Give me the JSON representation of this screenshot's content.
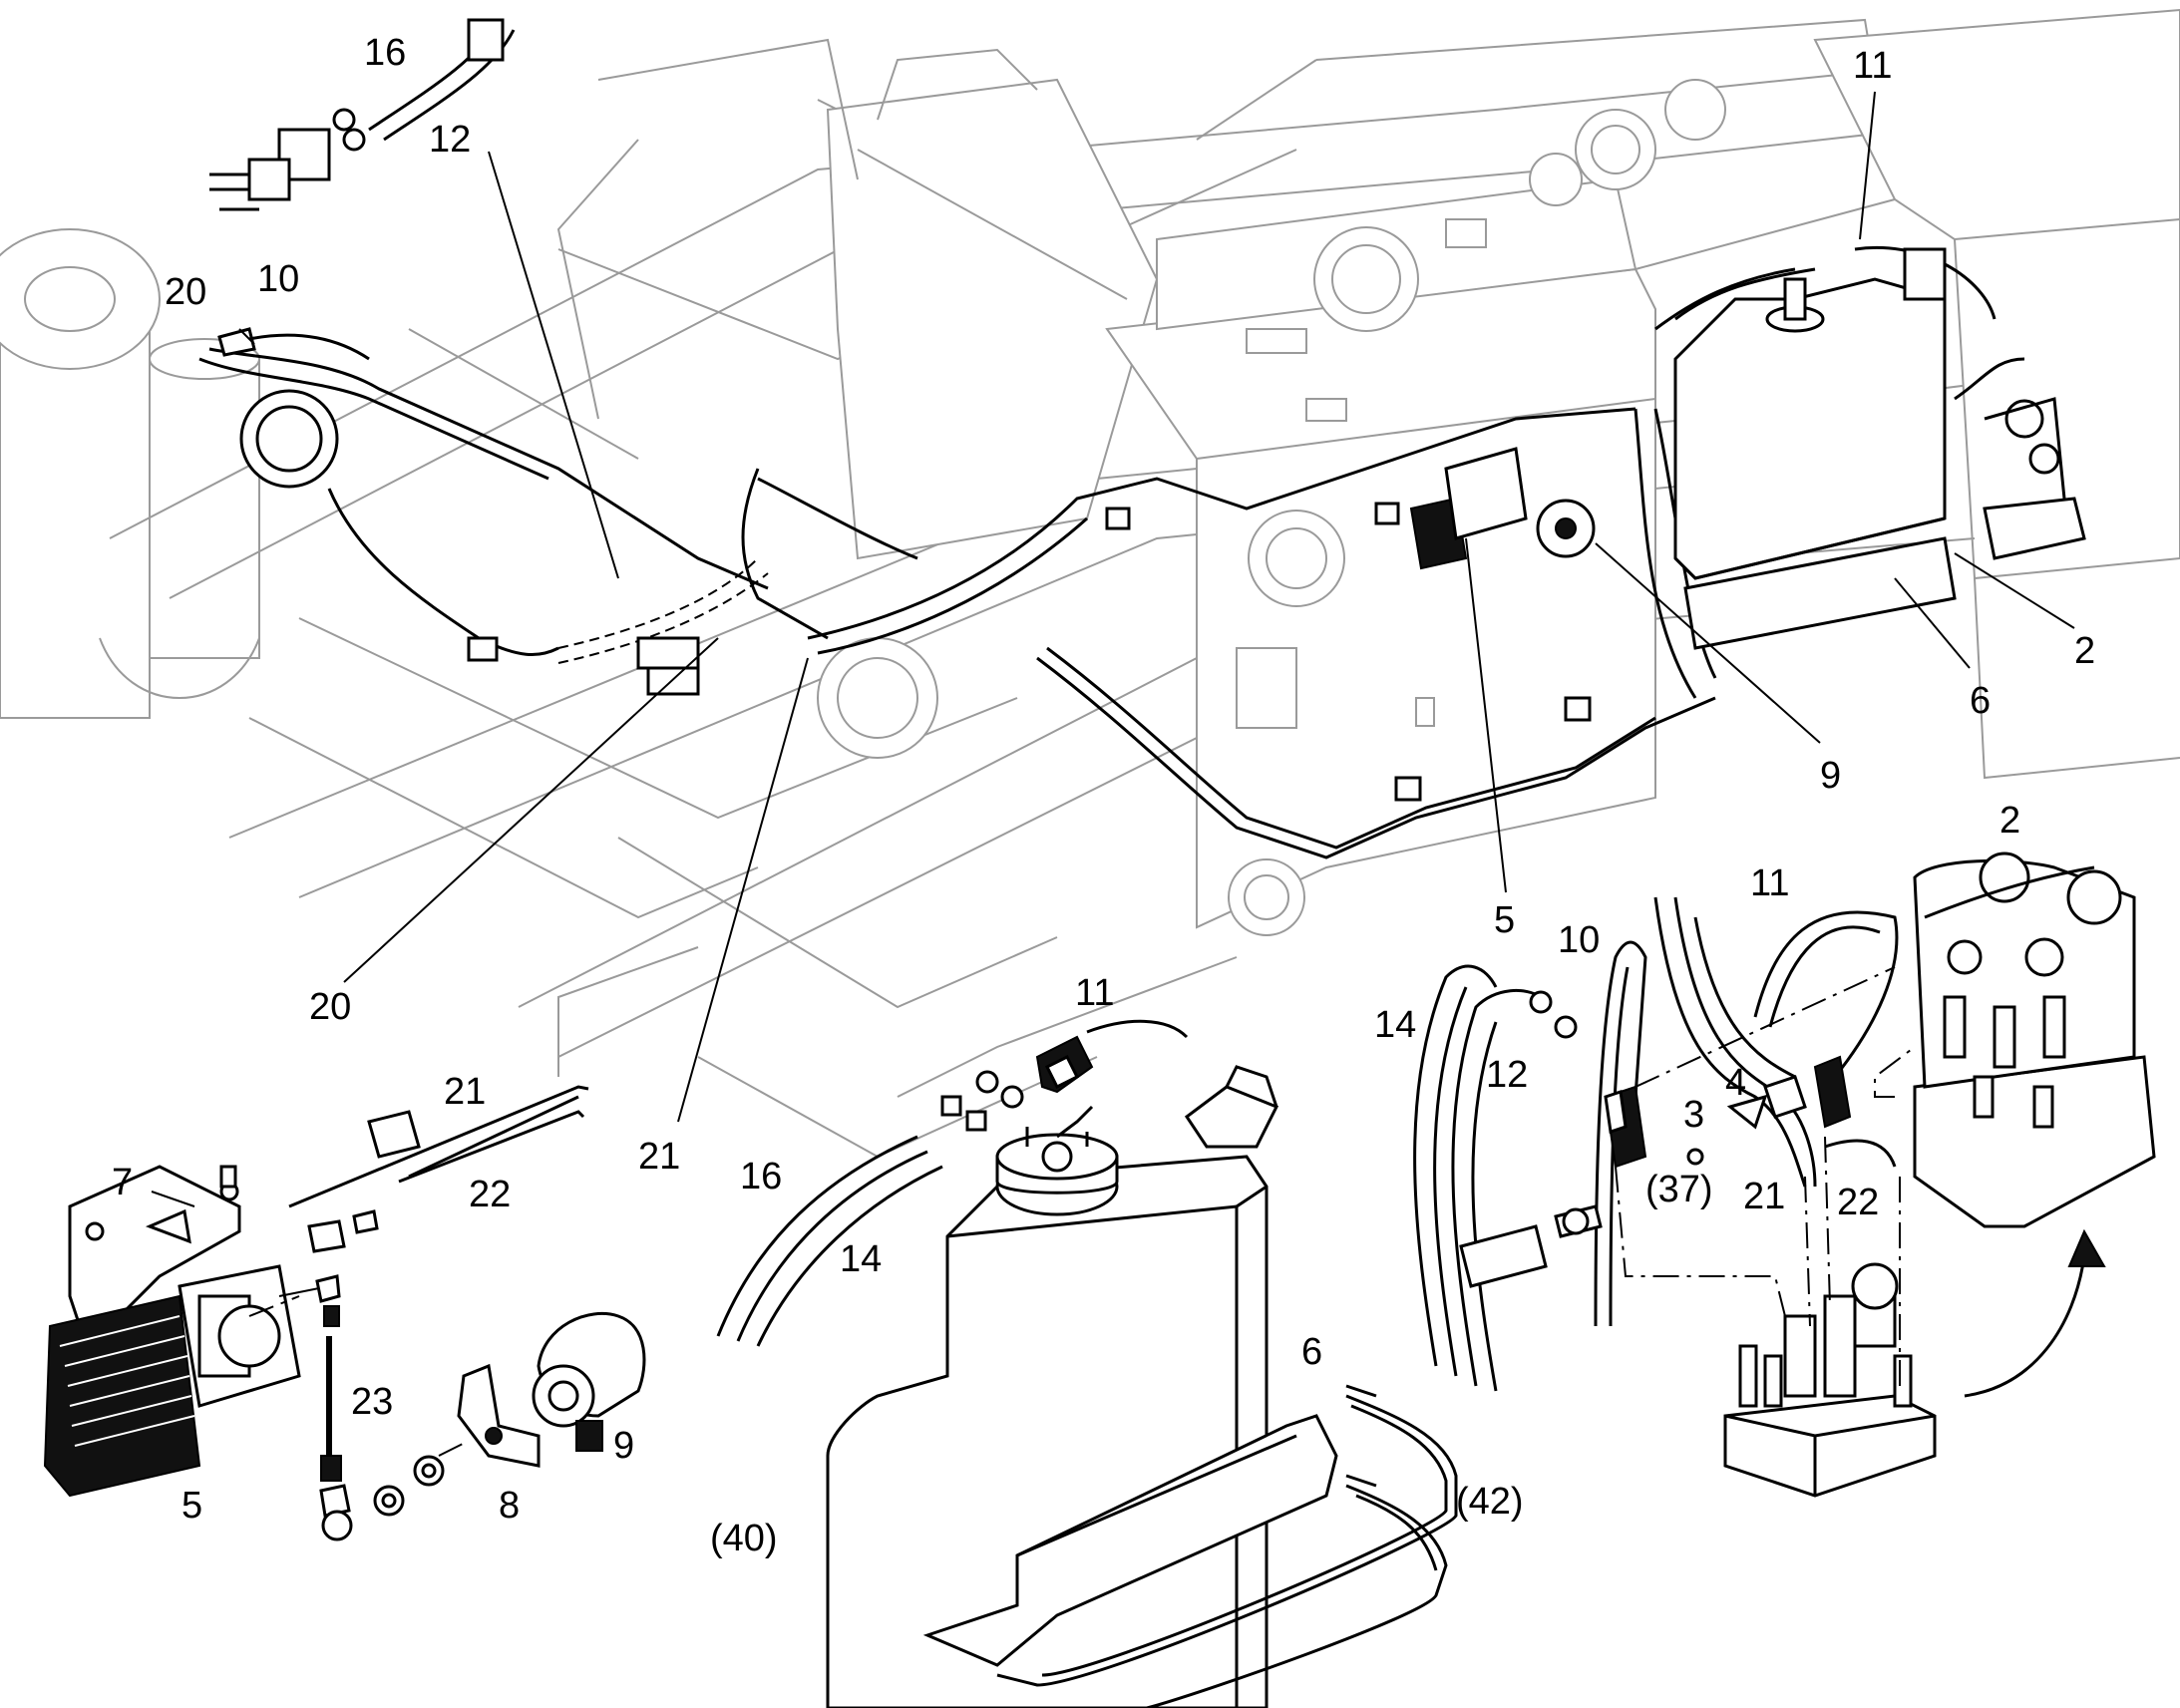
{
  "callouts": {
    "c16_top": "16",
    "c12_top": "12",
    "c20_top": "20",
    "c10_top": "10",
    "c11_top": "11",
    "c2_top": "2",
    "c6": "6",
    "c9_top": "9",
    "c5_top": "5",
    "c20_bottom": "20",
    "c21_mid": "21",
    "c21_left": "21",
    "c22_left": "22",
    "c7": "7",
    "c23": "23",
    "c5_bottom": "5",
    "c8": "8",
    "c9_bottom": "9",
    "c11_tank": "11",
    "c16_tank": "16",
    "c14_tank": "14",
    "c40": "(40)",
    "c6_tank": "6",
    "c42": "(42)",
    "c10_right": "10",
    "c11_right": "11",
    "c2_right": "2",
    "c14_right": "14",
    "c12_right": "12",
    "c4": "4",
    "c3": "3",
    "c37": "(37)",
    "c21_right": "21",
    "c22_right": "22"
  }
}
